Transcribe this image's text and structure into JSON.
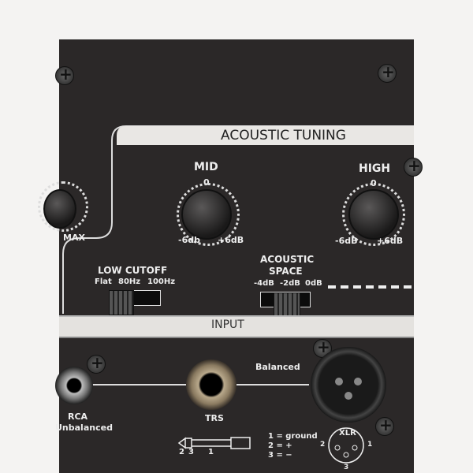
{
  "panel": {
    "section_title": "ACOUSTIC TUNING",
    "left_knob": {
      "max_label": "MAX"
    },
    "mid_knob": {
      "label": "MID",
      "center": "0",
      "min": "-6db",
      "max": "+6dB"
    },
    "high_knob": {
      "label": "HIGH",
      "center": "0",
      "min": "-6dB",
      "max": "+6dB"
    },
    "low_cutoff": {
      "label": "LOW CUTOFF",
      "options": [
        "Flat",
        "80Hz",
        "100Hz"
      ],
      "selected": "Flat"
    },
    "acoustic_space": {
      "label_line1": "ACOUSTIC",
      "label_line2": "SPACE",
      "options": [
        "-4dB",
        "-2dB",
        "0dB"
      ],
      "selected": "-2dB"
    },
    "input_label": "INPUT",
    "rca": {
      "label": "RCA",
      "sub": "Unbalanced"
    },
    "trs": {
      "label": "TRS",
      "pins": [
        "2",
        "3",
        "1"
      ]
    },
    "balanced_label": "Balanced",
    "pin_legend": [
      "1 = ground",
      "2 = +",
      "3 = −"
    ],
    "xlr": {
      "label": "XLR",
      "pins": [
        "2",
        "1",
        "3"
      ]
    }
  }
}
